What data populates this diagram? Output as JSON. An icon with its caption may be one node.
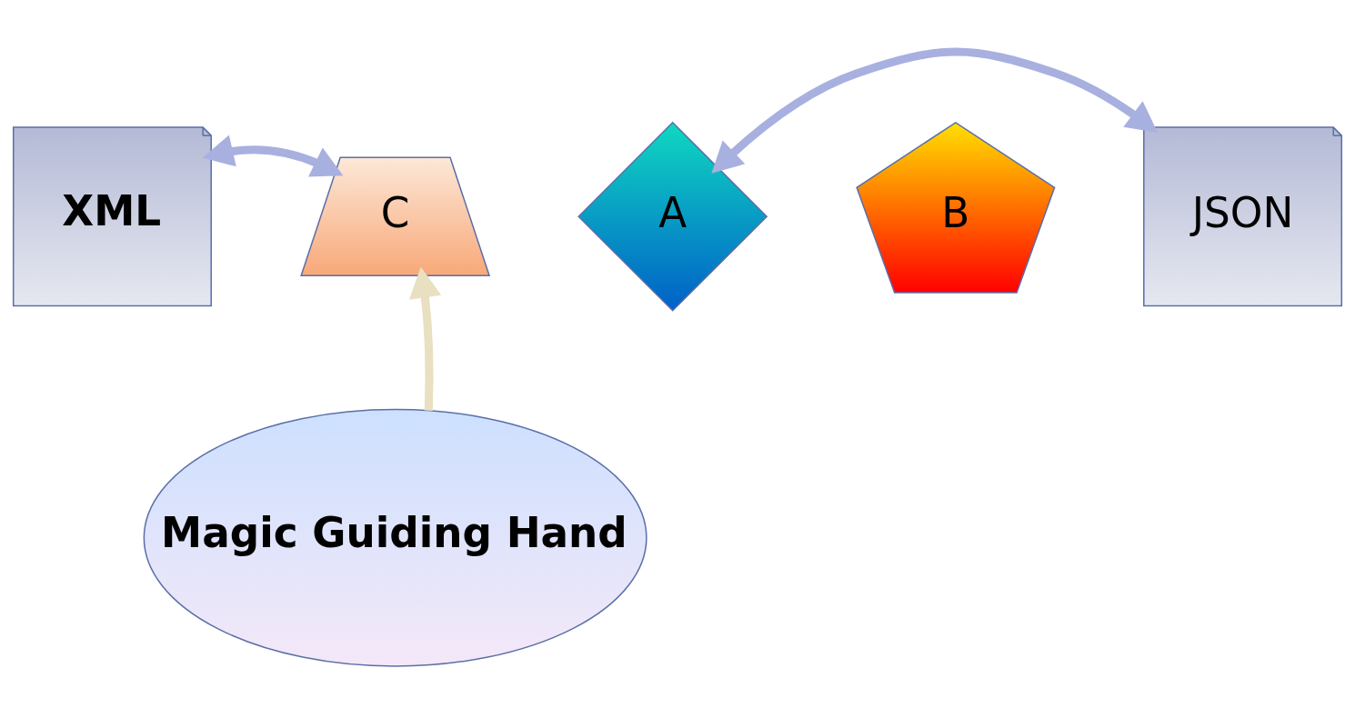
{
  "diagram": {
    "nodes": [
      {
        "text": [
          "XML"
        ]
      },
      {
        "text": [
          "A"
        ]
      },
      {
        "text": [
          "C"
        ]
      },
      {
        "text": [
          "B"
        ]
      },
      {
        "text": [
          "JSON"
        ]
      },
      {
        "text": [
          "Magic Guiding Hand"
        ]
      }
    ],
    "edges": [
      {
        "from": 0,
        "to": 2,
        "arrow": "both"
      },
      {
        "from": 1,
        "to": 4,
        "arrow": "both"
      },
      {
        "from": 5,
        "to": 2,
        "arrow": "to",
        "color": "#e8e0c0"
      }
    ]
  }
}
